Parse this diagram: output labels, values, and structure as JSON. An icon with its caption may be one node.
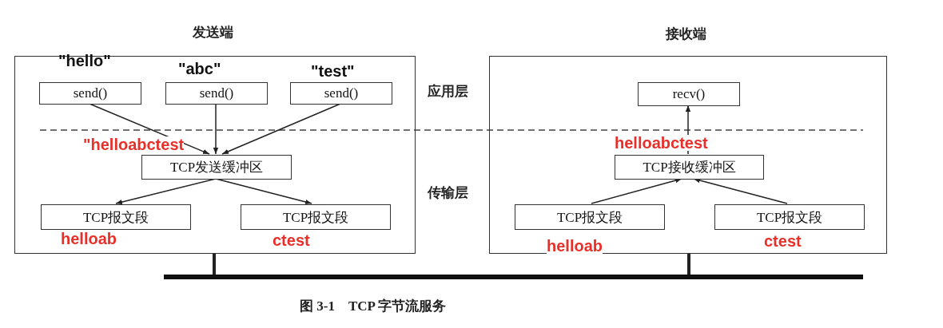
{
  "diagram": {
    "caption": "图 3-1　TCP 字节流服务",
    "nodes": [
      {
        "text": [
          "发送端"
        ]
      },
      {
        "text": [
          "send()"
        ],
        "in": 0,
        "beside": [
          "\"hello\""
        ]
      },
      {
        "text": [
          "send()"
        ],
        "in": 0,
        "beside": [
          "\"abc\""
        ]
      },
      {
        "text": [
          "send()"
        ],
        "in": 0,
        "beside": [
          "\"test\""
        ]
      },
      {
        "text": [
          "TCP发送缓冲区"
        ],
        "in": 0,
        "beside": [
          "\"helloabctest"
        ]
      },
      {
        "text": [
          "TCP报文段"
        ],
        "in": 0,
        "beside": [
          "helloab"
        ]
      },
      {
        "text": [
          "TCP报文段"
        ],
        "in": 0,
        "beside": [
          "ctest"
        ]
      },
      {
        "text": [
          "接收端"
        ]
      },
      {
        "text": [
          "recv()"
        ],
        "in": 7
      },
      {
        "text": [
          "TCP接收缓冲区"
        ],
        "in": 7,
        "beside": [
          "helloabctest"
        ]
      },
      {
        "text": [
          "TCP报文段"
        ],
        "in": 7,
        "beside": [
          "helloab"
        ]
      },
      {
        "text": [
          "TCP报文段"
        ],
        "in": 7,
        "beside": [
          "ctest"
        ]
      },
      {
        "text": [],
        "shape": "bar"
      }
    ],
    "edges": [
      {
        "from": 1,
        "to": 4,
        "arrow": "to"
      },
      {
        "from": 2,
        "to": 4,
        "arrow": "to"
      },
      {
        "from": 3,
        "to": 4,
        "arrow": "to"
      },
      {
        "from": 4,
        "to": 5,
        "arrow": "to"
      },
      {
        "from": 4,
        "to": 6,
        "arrow": "to"
      },
      {
        "from": 10,
        "to": 9,
        "arrow": "to"
      },
      {
        "from": 11,
        "to": 9,
        "arrow": "to"
      },
      {
        "from": 9,
        "to": 8,
        "arrow": "to"
      },
      {
        "from": 0,
        "to": 12,
        "arrow": "none",
        "style": "thick"
      },
      {
        "from": 7,
        "to": 12,
        "arrow": "none",
        "style": "thick"
      }
    ],
    "labels": [
      "应用层",
      "传输层"
    ]
  }
}
